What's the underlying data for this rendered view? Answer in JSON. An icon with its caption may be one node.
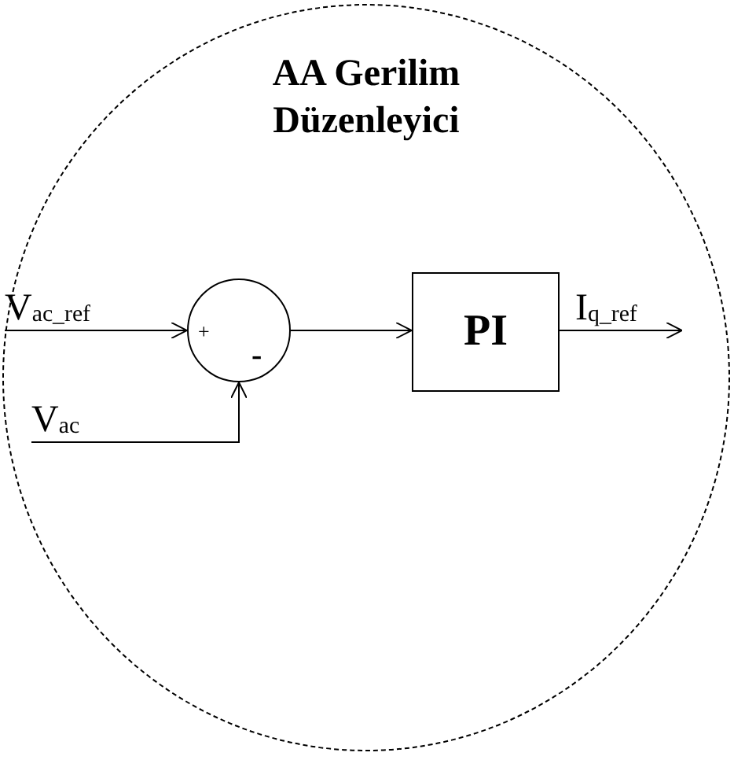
{
  "diagram": {
    "nodes": [
      {
        "text": [
          "AA Gerilim Düzenleyici"
        ]
      },
      {
        "text": [
          "V$_{ac_ref}$"
        ],
        "in": 0
      },
      {
        "text": [
          "+",
          "-"
        ],
        "in": 0
      },
      {
        "text": [
          "PI"
        ],
        "in": 0
      },
      {
        "text": [
          "I$_{q_ref}$"
        ],
        "in": 0
      },
      {
        "text": [
          "V$_{ac}$"
        ],
        "in": 0
      }
    ],
    "edges": [
      {
        "from": 1,
        "to": 2,
        "arrow": "to"
      },
      {
        "from": 5,
        "to": 2,
        "arrow": "to"
      },
      {
        "from": 2,
        "to": 3,
        "arrow": "to"
      },
      {
        "from": 3,
        "to": 4,
        "arrow": "to"
      }
    ]
  }
}
